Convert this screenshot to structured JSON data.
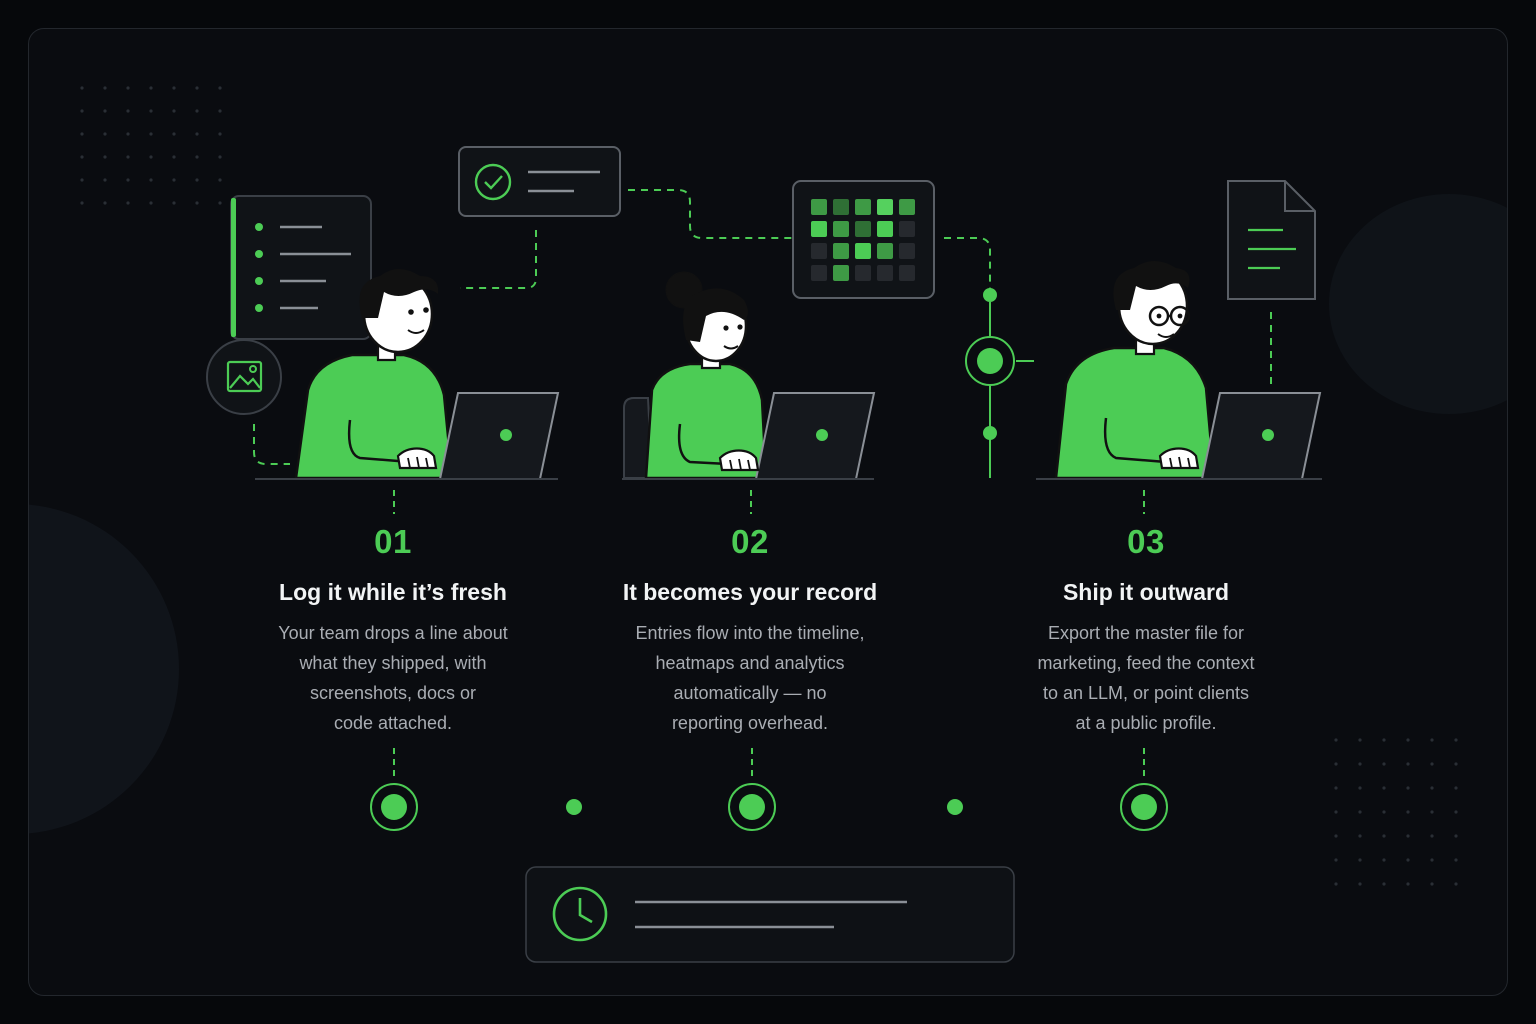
{
  "steps": [
    {
      "number": "01",
      "title": "Log it while it’s fresh",
      "lines": [
        "Your team drops a line about",
        "what they shipped, with",
        "screenshots, docs or",
        "code attached."
      ]
    },
    {
      "number": "02",
      "title": "It becomes your record",
      "lines": [
        "Entries flow into the timeline,",
        "heatmaps and analytics",
        "automatically — no",
        "reporting overhead."
      ]
    },
    {
      "number": "03",
      "title": "Ship it outward",
      "lines": [
        "Export the master file for",
        "marketing, feed the context",
        "to an LLM, or point clients",
        "at a public profile."
      ]
    }
  ],
  "icons": [
    "list-card-icon",
    "image-icon",
    "check-circle-icon",
    "heatmap-grid-icon",
    "document-icon",
    "clock-icon"
  ],
  "colors": {
    "accent": "#4ccc55",
    "background": "#0a0c10",
    "card": "#101317",
    "border": "#3a3f46",
    "title": "#f2f4f5",
    "body": "#a9adb3"
  }
}
